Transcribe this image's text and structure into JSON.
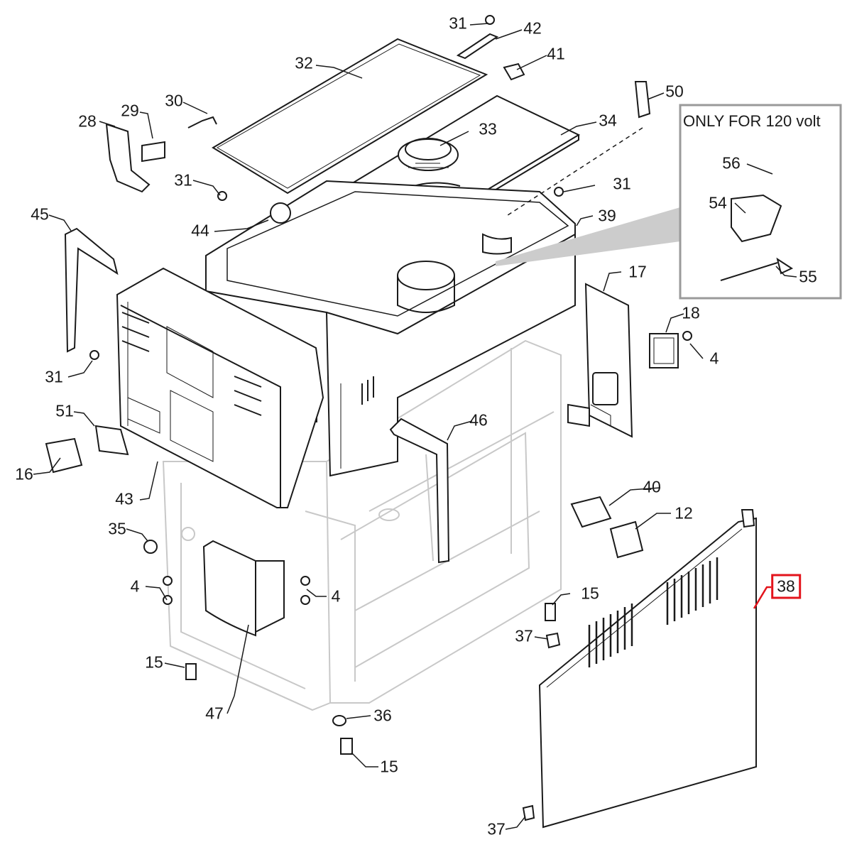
{
  "diagram": {
    "inset_title": "ONLY FOR 120 volt",
    "highlight_color": "#e3141c",
    "callouts": [
      {
        "id": "c31a",
        "text": "31"
      },
      {
        "id": "c42",
        "text": "42"
      },
      {
        "id": "c41",
        "text": "41"
      },
      {
        "id": "c32",
        "text": "32"
      },
      {
        "id": "c50",
        "text": "50"
      },
      {
        "id": "c30",
        "text": "30"
      },
      {
        "id": "c29",
        "text": "29"
      },
      {
        "id": "c28",
        "text": "28"
      },
      {
        "id": "c33",
        "text": "33"
      },
      {
        "id": "c34",
        "text": "34"
      },
      {
        "id": "c56",
        "text": "56"
      },
      {
        "id": "c31b",
        "text": "31"
      },
      {
        "id": "c31c",
        "text": "31"
      },
      {
        "id": "c54",
        "text": "54"
      },
      {
        "id": "c45",
        "text": "45"
      },
      {
        "id": "c44",
        "text": "44"
      },
      {
        "id": "c39",
        "text": "39"
      },
      {
        "id": "c55",
        "text": "55"
      },
      {
        "id": "c17",
        "text": "17"
      },
      {
        "id": "c18",
        "text": "18"
      },
      {
        "id": "c4a",
        "text": "4"
      },
      {
        "id": "c31d",
        "text": "31"
      },
      {
        "id": "c51",
        "text": "51"
      },
      {
        "id": "c46",
        "text": "46"
      },
      {
        "id": "c16",
        "text": "16"
      },
      {
        "id": "c43",
        "text": "43"
      },
      {
        "id": "c40",
        "text": "40"
      },
      {
        "id": "c12",
        "text": "12"
      },
      {
        "id": "c35",
        "text": "35"
      },
      {
        "id": "c38",
        "text": "38",
        "highlighted": true
      },
      {
        "id": "c4b",
        "text": "4"
      },
      {
        "id": "c4c",
        "text": "4"
      },
      {
        "id": "c15a",
        "text": "15"
      },
      {
        "id": "c37a",
        "text": "37"
      },
      {
        "id": "c15b",
        "text": "15"
      },
      {
        "id": "c47",
        "text": "47"
      },
      {
        "id": "c36",
        "text": "36"
      },
      {
        "id": "c15c",
        "text": "15"
      },
      {
        "id": "c37b",
        "text": "37"
      }
    ]
  }
}
